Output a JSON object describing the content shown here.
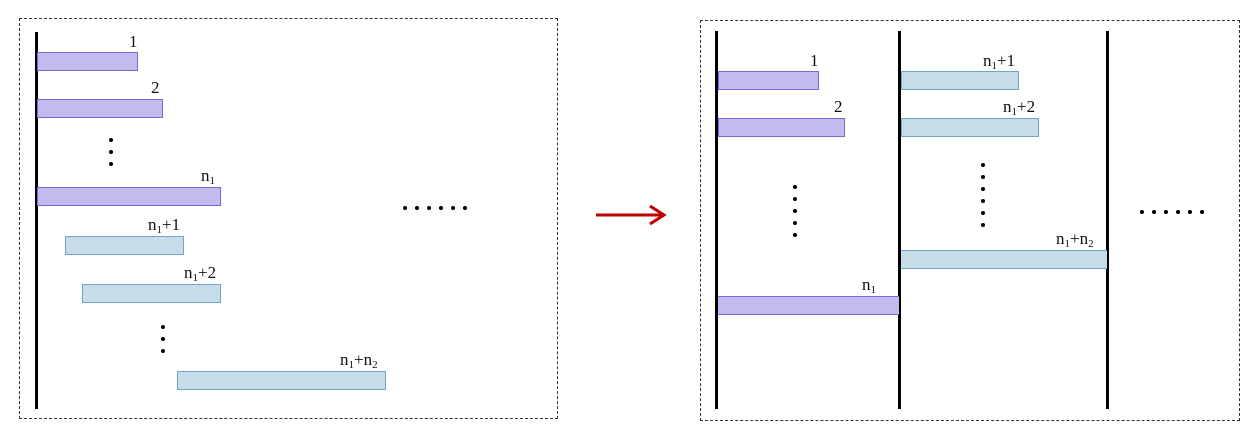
{
  "diagram": {
    "left_panel": {
      "bars": [
        {
          "label_base": "1",
          "label_sub": "",
          "label_suffix": "",
          "color": "#c3baee"
        },
        {
          "label_base": "2",
          "label_sub": "",
          "label_suffix": "",
          "color": "#c3baee"
        },
        {
          "label_base": "n",
          "label_sub": "1",
          "label_suffix": "",
          "color": "#c3baee"
        },
        {
          "label_base": "n",
          "label_sub": "1",
          "label_suffix": "+1",
          "color": "#c6dde9"
        },
        {
          "label_base": "n",
          "label_sub": "1",
          "label_suffix": "+2",
          "color": "#c6dde9"
        },
        {
          "label_base": "n",
          "label_sub": "1",
          "label_suffix": "+n",
          "label_sub2": "2",
          "color": "#c6dde9"
        }
      ],
      "ellipsis": "……"
    },
    "arrow": {
      "color": "#c00000"
    },
    "right_panel": {
      "column1": [
        {
          "label_base": "1",
          "label_sub": "",
          "label_suffix": ""
        },
        {
          "label_base": "2",
          "label_sub": "",
          "label_suffix": ""
        },
        {
          "label_base": "n",
          "label_sub": "1",
          "label_suffix": ""
        }
      ],
      "column2": [
        {
          "label_base": "n",
          "label_sub": "1",
          "label_suffix": "+1"
        },
        {
          "label_base": "n",
          "label_sub": "1",
          "label_suffix": "+2"
        },
        {
          "label_base": "n",
          "label_sub": "1",
          "label_suffix": "+n",
          "label_sub2": "2"
        }
      ],
      "ellipsis": "……"
    },
    "colors": {
      "group1_fill": "#c3baee",
      "group1_edge": "#7a67d6",
      "group2_fill": "#c6dde9",
      "group2_edge": "#6ea5c8"
    }
  }
}
